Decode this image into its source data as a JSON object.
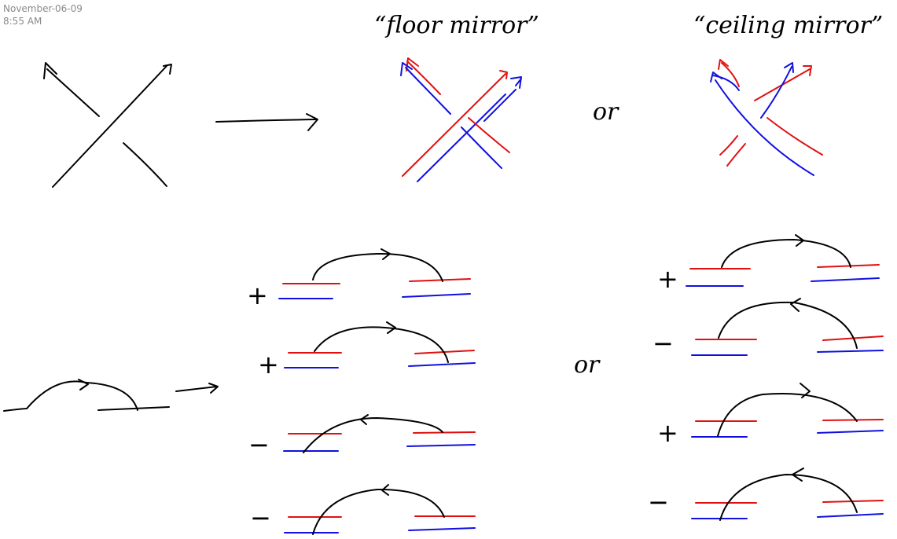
{
  "note": {
    "date": "November-06-09",
    "time": "8:55 AM"
  },
  "labels": {
    "floor_mirror": "“floor mirror”",
    "ceiling_mirror": "“ceiling mirror”",
    "or_top": "or",
    "or_bottom": "or",
    "left_signs": [
      "+",
      "+",
      "−",
      "−"
    ],
    "right_signs": [
      "+",
      "−",
      "+",
      "−"
    ]
  },
  "colors": {
    "ink": "#000000",
    "red": "#e01010",
    "blue": "#1010e0",
    "timestamp": "#8a8a8a"
  }
}
